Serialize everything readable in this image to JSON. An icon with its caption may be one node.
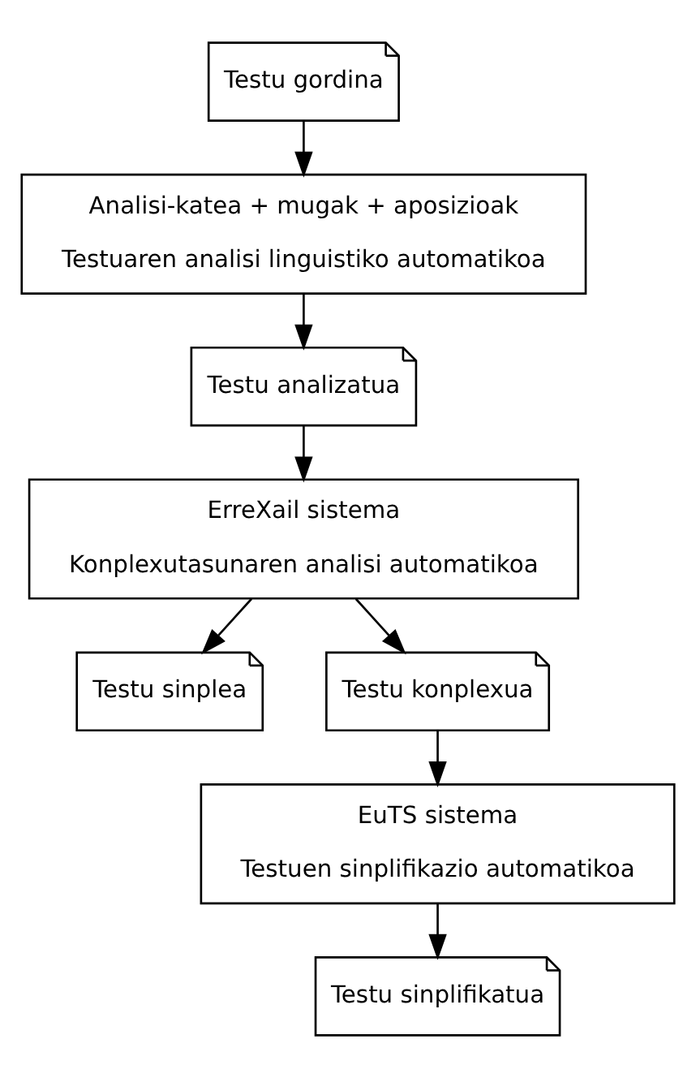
{
  "diagram": {
    "nodes": [
      {
        "text": [
          "Testu gordina"
        ]
      },
      {
        "text": [
          "Analisi-katea + mugak + aposizioak",
          "Testuaren analisi linguistiko automatikoa"
        ]
      },
      {
        "text": [
          "Testu analizatua"
        ]
      },
      {
        "text": [
          "ErreXail sistema",
          "Konplexutasunaren analisi automatikoa"
        ]
      },
      {
        "text": [
          "Testu sinplea"
        ]
      },
      {
        "text": [
          "Testu konplexua"
        ]
      },
      {
        "text": [
          "EuTS sistema",
          "Testuen sinplifikazio automatikoa"
        ]
      },
      {
        "text": [
          "Testu sinplifikatua"
        ]
      }
    ],
    "edges": [
      {
        "from": 0,
        "to": 1,
        "arrow": "to"
      },
      {
        "from": 1,
        "to": 2,
        "arrow": "to"
      },
      {
        "from": 2,
        "to": 3,
        "arrow": "to"
      },
      {
        "from": 3,
        "to": 4,
        "arrow": "to"
      },
      {
        "from": 3,
        "to": 5,
        "arrow": "to"
      },
      {
        "from": 5,
        "to": 6,
        "arrow": "to"
      },
      {
        "from": 6,
        "to": 7,
        "arrow": "to"
      }
    ]
  }
}
